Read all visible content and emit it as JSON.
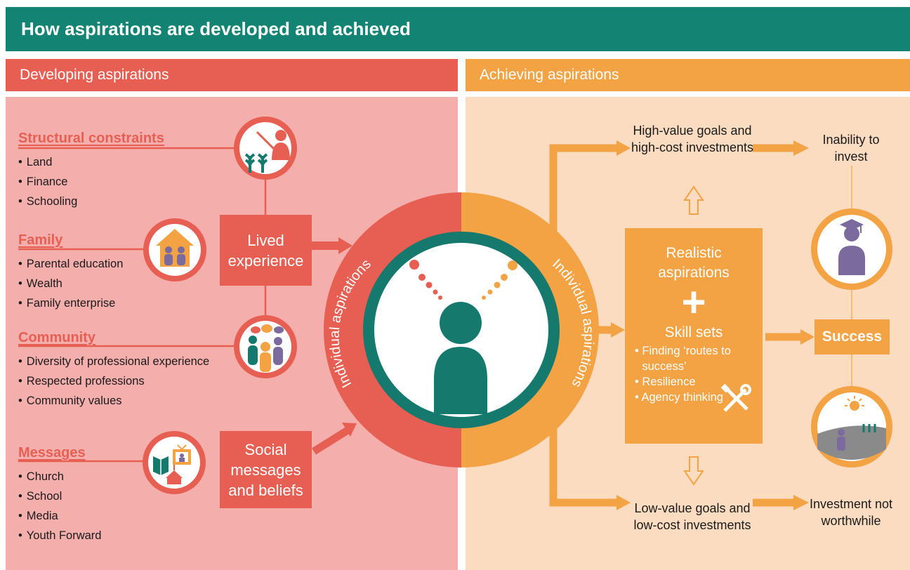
{
  "title": "How aspirations are developed and achieved",
  "sections": {
    "developing": "Developing aspirations",
    "achieving": "Achieving aspirations"
  },
  "categories": [
    {
      "title": "Structural constraints",
      "items": [
        "Land",
        "Finance",
        "Schooling"
      ]
    },
    {
      "title": "Family",
      "items": [
        "Parental education",
        "Wealth",
        "Family enterprise"
      ]
    },
    {
      "title": "Community",
      "items": [
        "Diversity of professional experience",
        "Respected professions",
        "Community values"
      ]
    },
    {
      "title": "Messages",
      "items": [
        "Church",
        "School",
        "Media",
        "Youth Forward"
      ]
    }
  ],
  "boxes": {
    "lived_experience": "Lived experience",
    "social_messages": "Social messages and beliefs",
    "success": "Success"
  },
  "ring_label_left": "Individual aspirations",
  "ring_label_right": "Individual aspirations",
  "center_box": {
    "heading": "Realistic aspirations",
    "plus": "+",
    "skill_heading": "Skill sets",
    "skills": [
      "Finding ‘routes to success’",
      "Resilience",
      "Agency thinking"
    ]
  },
  "outcomes": {
    "high_value": "High-value goals and high-cost investments",
    "inability": "Inability to invest",
    "low_value": "Low-value goals and low-cost investments",
    "not_worthwhile": "Investment not worthwhile"
  },
  "icons": [
    "farmer-icon",
    "house-family-icon",
    "community-people-icon",
    "media-church-school-icon",
    "person-thinking-icon",
    "tools-icon",
    "graduate-icon",
    "farmer-field-icon"
  ],
  "colors": {
    "title": "#138473",
    "developing": "#e75f52",
    "achieving": "#f3a343",
    "developing_bg": "#f4aeac",
    "achieving_bg": "#fbdcc0",
    "person": "#15796d",
    "icon_person": "#7b6a9e"
  }
}
